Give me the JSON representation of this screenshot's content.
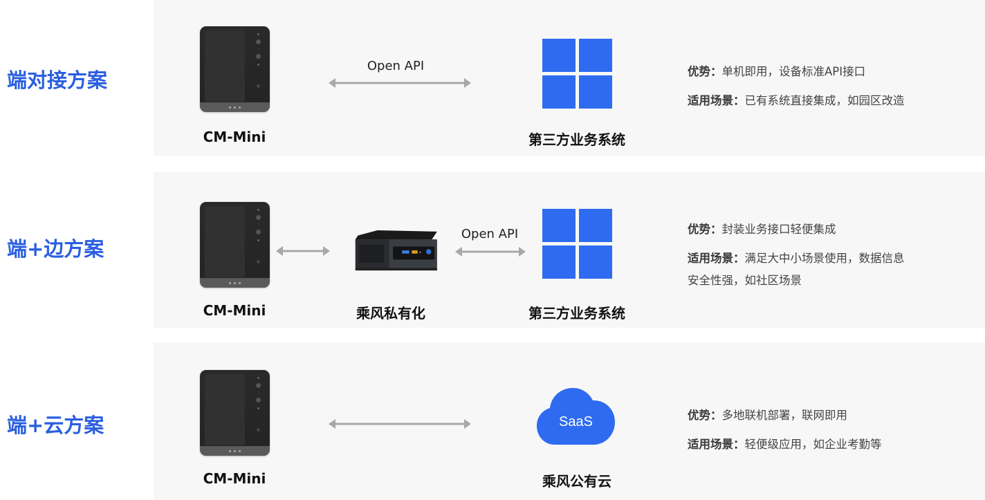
{
  "rows": [
    {
      "title": "端对接方案",
      "devices": [
        "CM-Mini",
        "第三方业务系统"
      ],
      "arrows": [
        {
          "label": "Open API"
        }
      ],
      "advantage_label": "优势：",
      "advantage": "单机即用，设备标准API接口",
      "scenario_label": "适用场景：",
      "scenario": "已有系统直接集成，如园区改造"
    },
    {
      "title": "端+边方案",
      "devices": [
        "CM-Mini",
        "乘风私有化",
        "第三方业务系统"
      ],
      "arrows": [
        {
          "label": ""
        },
        {
          "label": "Open API"
        }
      ],
      "advantage_label": "优势：",
      "advantage": "封装业务接口轻便集成",
      "scenario_label": "适用场景：",
      "scenario_line1": "满足大中小场景使用，数据信息",
      "scenario_line2": "安全性强，如社区场景"
    },
    {
      "title": "端+云方案",
      "devices": [
        "CM-Mini",
        "乘风公有云"
      ],
      "arrows": [
        {
          "label": ""
        }
      ],
      "cloud_text": "SaaS",
      "advantage_label": "优势：",
      "advantage": "多地联机部署，联网即用",
      "scenario_label": "适用场景：",
      "scenario": "轻便级应用，如企业考勤等"
    }
  ],
  "colors": {
    "title_blue": "#2a5fe0",
    "icon_blue": "#2e6bf0",
    "panel_bg": "#f7f7f7",
    "arrow_gray": "#a8a8a8"
  }
}
